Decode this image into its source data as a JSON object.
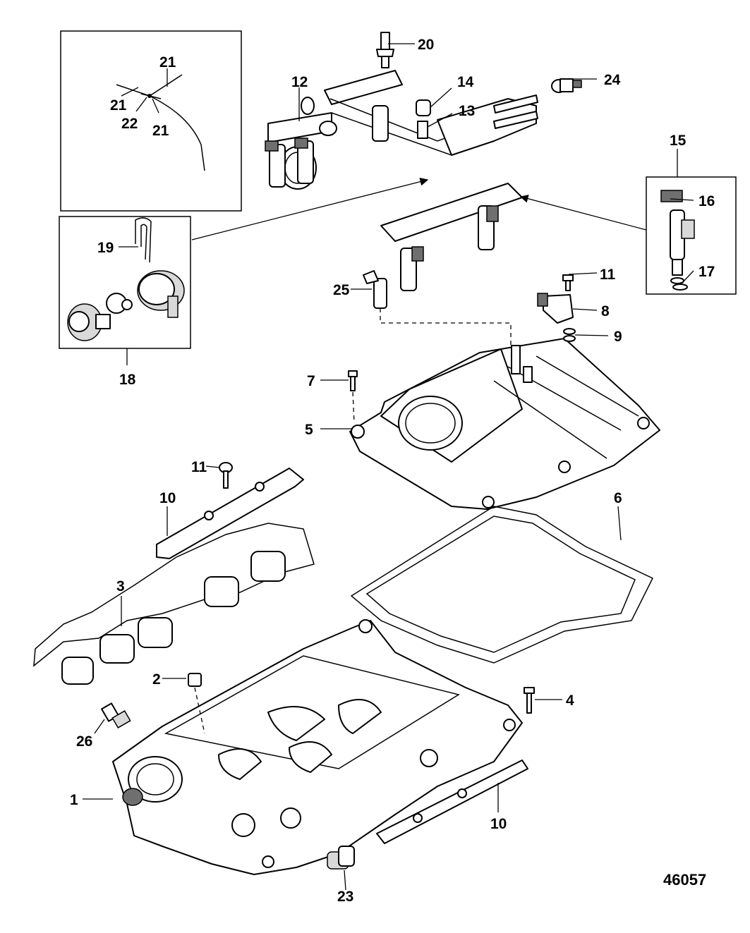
{
  "figure_number": "46057",
  "callouts": {
    "c1": "1",
    "c2": "2",
    "c3": "3",
    "c4": "4",
    "c5": "5",
    "c6": "6",
    "c7": "7",
    "c8": "8",
    "c9": "9",
    "c10a": "10",
    "c10b": "10",
    "c11a": "11",
    "c11b": "11",
    "c12": "12",
    "c13": "13",
    "c14": "14",
    "c15": "15",
    "c16": "16",
    "c17": "17",
    "c18": "18",
    "c19": "19",
    "c20": "20",
    "c21a": "21",
    "c21b": "21",
    "c21c": "21",
    "c22": "22",
    "c23": "23",
    "c24": "24",
    "c25": "25",
    "c26": "26"
  }
}
